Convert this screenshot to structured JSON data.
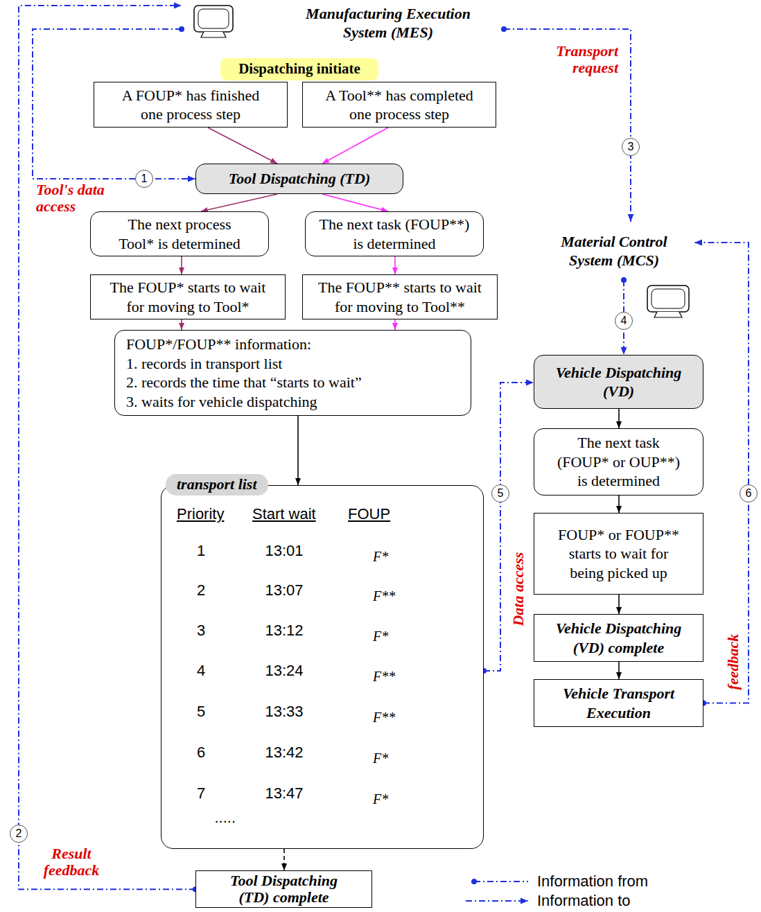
{
  "diagram": {
    "nodes": [
      {
        "text": [
          "Manufacturing Execution System (MES)"
        ]
      },
      {
        "text": [
          "Dispatching initiate"
        ]
      },
      {
        "text": [
          "A FOUP* has finished one process step"
        ]
      },
      {
        "text": [
          "A Tool** has completed one process step"
        ]
      },
      {
        "text": [
          "Tool Dispatching (TD)"
        ]
      },
      {
        "text": [
          "The next process Tool* is determined"
        ]
      },
      {
        "text": [
          "The next task (FOUP**) is determined"
        ]
      },
      {
        "text": [
          "The FOUP* starts to wait for moving to Tool*"
        ]
      },
      {
        "text": [
          "The FOUP** starts to wait for moving to Tool**"
        ]
      },
      {
        "text": [
          "FOUP*/FOUP** information:",
          "1. records in transport list",
          "2. records the time that “starts to wait”",
          "3. waits for vehicle dispatching"
        ]
      },
      {
        "text": [
          "transport list"
        ]
      },
      {
        "text": [
          "Tool Dispatching (TD) complete"
        ]
      },
      {
        "text": [
          "Material Control System (MCS)"
        ]
      },
      {
        "text": [
          "Vehicle Dispatching (VD)"
        ]
      },
      {
        "text": [
          "The next task (FOUP* or OUP**) is determined"
        ]
      },
      {
        "text": [
          "FOUP* or FOUP** starts to wait for being picked up"
        ]
      },
      {
        "text": [
          "Vehicle Dispatching (VD) complete"
        ]
      },
      {
        "text": [
          "Vehicle Transport Execution"
        ]
      }
    ],
    "edges": [
      {
        "from": 0,
        "to": 4,
        "label": "Tool's data access",
        "arrow": "to"
      },
      {
        "from": 11,
        "to": 0,
        "label": "Result feedback",
        "arrow": "to"
      },
      {
        "from": 0,
        "to": 12,
        "label": "Transport request",
        "arrow": "to"
      },
      {
        "from": 12,
        "to": 13,
        "arrow": "to"
      },
      {
        "from": 10,
        "to": 13,
        "label": "Data access",
        "arrow": "to"
      },
      {
        "from": 17,
        "to": 12,
        "label": "feedback",
        "arrow": "to"
      },
      {
        "from": 2,
        "to": 4,
        "arrow": "to"
      },
      {
        "from": 3,
        "to": 4,
        "arrow": "to"
      },
      {
        "from": 4,
        "to": 5,
        "arrow": "to"
      },
      {
        "from": 4,
        "to": 6,
        "arrow": "to"
      },
      {
        "from": 5,
        "to": 7,
        "arrow": "to"
      },
      {
        "from": 6,
        "to": 8,
        "arrow": "to"
      },
      {
        "from": 7,
        "to": 9,
        "arrow": "to"
      },
      {
        "from": 8,
        "to": 9,
        "arrow": "to"
      },
      {
        "from": 9,
        "to": 10,
        "arrow": "to"
      },
      {
        "from": 10,
        "to": 11,
        "arrow": "to"
      },
      {
        "from": 13,
        "to": 14,
        "arrow": "to"
      },
      {
        "from": 14,
        "to": 15,
        "arrow": "to"
      },
      {
        "from": 15,
        "to": 16,
        "arrow": "to"
      },
      {
        "from": 16,
        "to": 17,
        "arrow": "to"
      }
    ],
    "labels": [
      "1",
      "2",
      "3",
      "4",
      "5",
      "6",
      "Priority",
      "Start wait",
      "FOUP",
      "1",
      "13:01",
      "F*",
      "2",
      "13:07",
      "F**",
      "3",
      "13:12",
      "F*",
      "4",
      "13:24",
      "F**",
      "5",
      "13:33",
      "F**",
      "6",
      "13:42",
      "F*",
      "7",
      "13:47",
      "F*",
      "....."
    ],
    "legend": [
      {
        "text": "Information from"
      },
      {
        "text": "Information to"
      }
    ]
  }
}
